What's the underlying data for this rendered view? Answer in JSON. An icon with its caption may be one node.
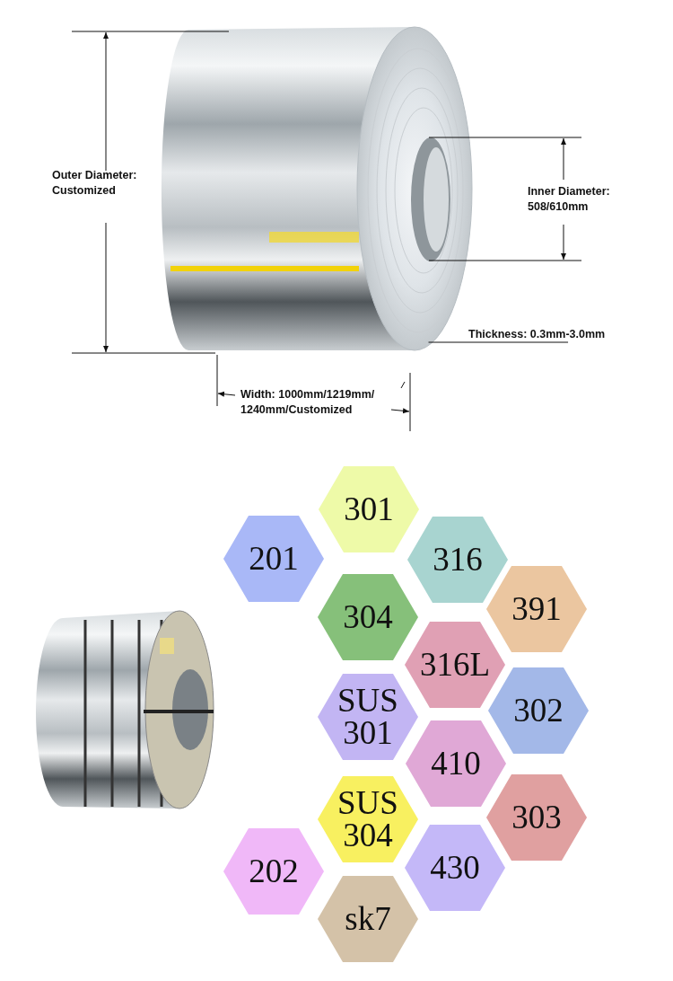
{
  "diagram": {
    "nodes": [
      {
        "text": [],
        "shape": "picture"
      },
      {
        "text": [
          "Thickness: 0.3mm-3.0mm"
        ]
      },
      {
        "text": [
          "301"
        ]
      },
      {
        "text": [
          "201"
        ]
      },
      {
        "text": [
          "316"
        ]
      },
      {
        "text": [
          "304"
        ]
      },
      {
        "text": [
          "391"
        ]
      },
      {
        "text": [
          "316L"
        ]
      },
      {
        "text": [
          "SUS 301"
        ]
      },
      {
        "text": [
          "302"
        ]
      },
      {
        "text": [
          "410"
        ]
      },
      {
        "text": [
          "SUS 304"
        ]
      },
      {
        "text": [
          "303"
        ]
      },
      {
        "text": [
          "430"
        ]
      },
      {
        "text": [
          "202"
        ]
      },
      {
        "text": [
          "sk7"
        ]
      }
    ],
    "edges": [
      {
        "from": 1,
        "to": 0,
        "arrow": "none"
      }
    ],
    "labels": [
      "Outer Diameter: Customized",
      "Inner Diameter: 508/610mm",
      "Width: 1000mm/1219mm/ 1240mm/Customized"
    ]
  }
}
